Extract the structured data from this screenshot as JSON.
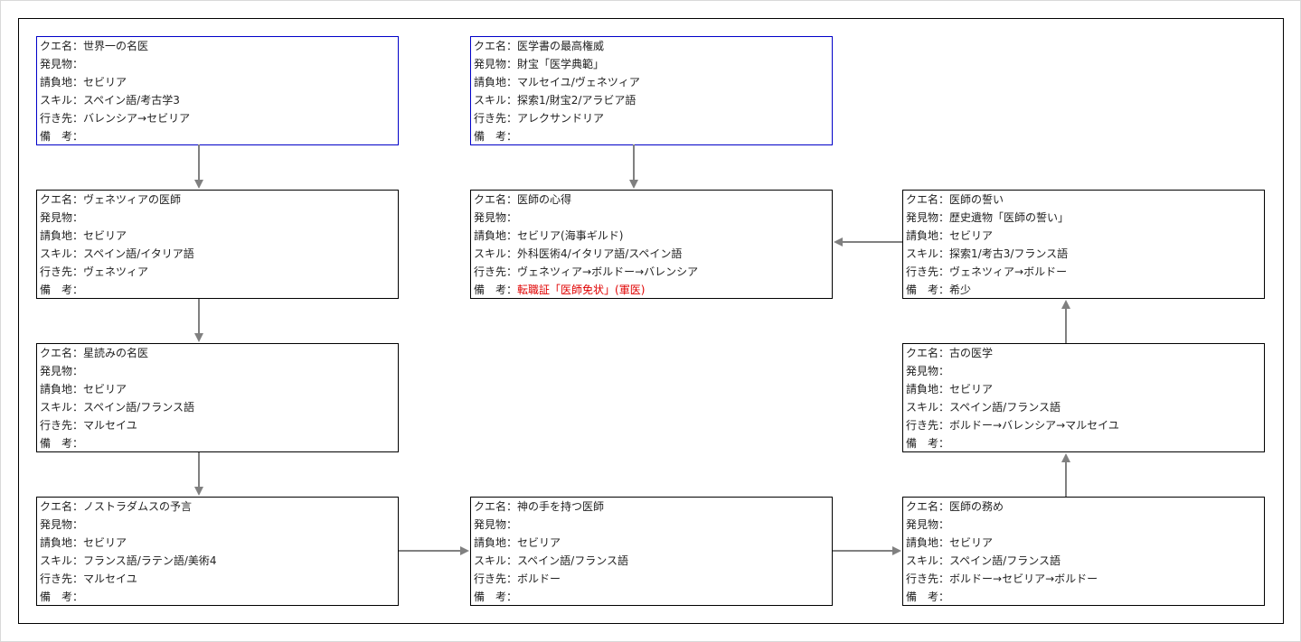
{
  "labels": {
    "name": "クエ名：",
    "find": "発見物：",
    "place": "請負地：",
    "skill": "スキル：",
    "dest": "行き先：",
    "note": "備　考："
  },
  "quests": [
    {
      "name": "世界一の名医",
      "find": "",
      "place": "セビリア",
      "skill": "スペイン語/考古学3",
      "dest": "バレンシア→セビリア",
      "note": ""
    },
    {
      "name": "医学書の最高権威",
      "find": "財宝「医学典範」",
      "place": "マルセイユ/ヴェネツィア",
      "skill": "探索1/財宝2/アラビア語",
      "dest": "アレクサンドリア",
      "note": ""
    },
    {
      "name": "ヴェネツィアの医師",
      "find": "",
      "place": "セビリア",
      "skill": "スペイン語/イタリア語",
      "dest": "ヴェネツィア",
      "note": ""
    },
    {
      "name": "医師の心得",
      "find": "",
      "place": "セビリア(海事ギルド)",
      "skill": "外科医術4/イタリア語/スペイン語",
      "dest": "ヴェネツィア→ボルドー→バレンシア",
      "note": "転職証「医師免状」(軍医)"
    },
    {
      "name": "医師の誓い",
      "find": "歴史遺物「医師の誓い」",
      "place": "セビリア",
      "skill": "探索1/考古3/フランス語",
      "dest": "ヴェネツィア→ボルドー",
      "note": "希少"
    },
    {
      "name": "星読みの名医",
      "find": "",
      "place": "セビリア",
      "skill": "スペイン語/フランス語",
      "dest": "マルセイユ",
      "note": ""
    },
    {
      "name": "古の医学",
      "find": "",
      "place": "セビリア",
      "skill": "スペイン語/フランス語",
      "dest": "ボルドー→バレンシア→マルセイユ",
      "note": ""
    },
    {
      "name": "ノストラダムスの予言",
      "find": "",
      "place": "セビリア",
      "skill": "フランス語/ラテン語/美術4",
      "dest": "マルセイユ",
      "note": ""
    },
    {
      "name": "神の手を持つ医師",
      "find": "",
      "place": "セビリア",
      "skill": "スペイン語/フランス語",
      "dest": "ボルドー",
      "note": ""
    },
    {
      "name": "医師の務め",
      "find": "",
      "place": "セビリア",
      "skill": "スペイン語/フランス語",
      "dest": "ボルドー→セビリア→ボルドー",
      "note": ""
    }
  ],
  "colors": {
    "box_border": "#000000",
    "start_box_border": "#0000c8",
    "arrow": "#808080",
    "note_highlight": "#e00000"
  }
}
